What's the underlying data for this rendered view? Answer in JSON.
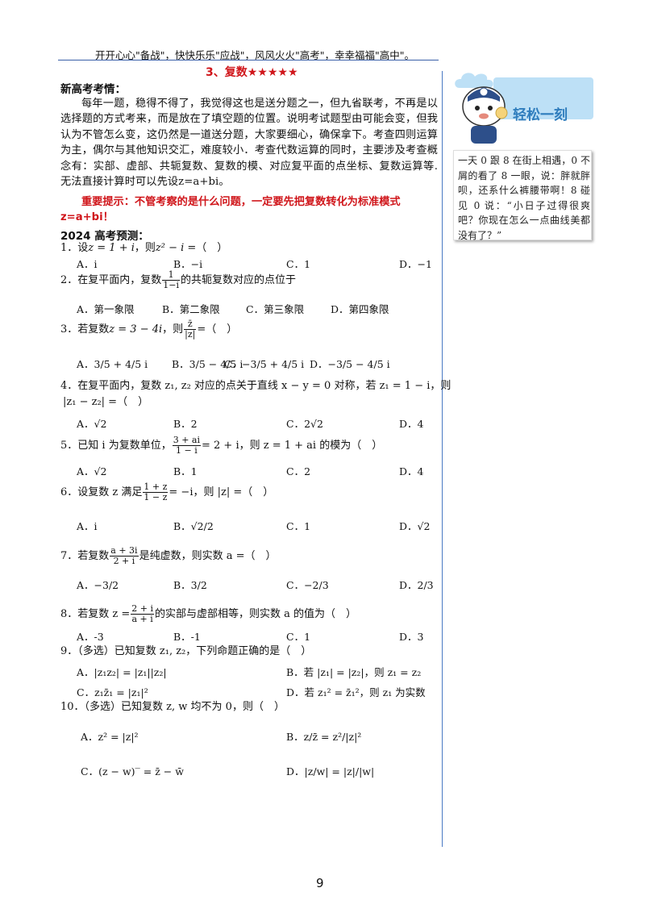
{
  "banner": "开开心心\"备战\"，快快乐乐\"应战\"，风风火火\"高考\"，幸幸福福\"高中\"。",
  "section_title": "3、复数★★★★★",
  "intro_heading": "新高考考情：",
  "intro_text": "每年一题，稳得不得了，我觉得这也是送分题之一，但九省联考，不再是以选择题的方式考来，而是放在了填空题的位置。说明考试题型由可能会变，但我认为不管怎么变，这仍然是一道送分题，大家要细心，确保拿下。考查四则运算为主，偶尔与其他知识交汇，难度较小．考查代数运算的同时，主要涉及考查概念有：实部、虚部、共轭复数、复数的模、对应复平面的点坐标、复数运算等.无法直接计算时可以先设z=a+bi。",
  "warning": "重要提示：不管考察的是什么问题，一定要先把复数转化为标准模式 z=a+bi！",
  "forecast_heading": "2024 高考预测：",
  "q1": {
    "stem_a": "1．设",
    "stem_b": "z = 1 + i",
    "stem_c": "，则",
    "stem_d": "z² − i =",
    "stem_e": "（　）",
    "A": "A．i",
    "B": "B．−i",
    "C": "C．1",
    "D": "D．−1"
  },
  "q2": {
    "stem_a": "2．在复平面内，复数",
    "num": "1",
    "den": "1−i",
    "stem_b": "的共轭复数对应的点位于",
    "A": "A．第一象限",
    "B": "B．第二象限",
    "C": "C．第三象限",
    "D": "D．第四象限"
  },
  "q3": {
    "stem_a": "3．若复数",
    "stem_b": "z = 3 − 4i",
    "stem_c": "，则",
    "num": "z̄",
    "den": "|z|",
    "stem_d": "=（　）",
    "A": "A．3/5 + 4/5 i",
    "B": "B．3/5 − 4/5 i",
    "C": "C．−3/5 + 4/5 i",
    "D": "D．−3/5 − 4/5 i"
  },
  "q4": {
    "line1": "4．在复平面内，复数 z₁, z₂ 对应的点关于直线 x − y = 0 对称，若 z₁ = 1 − i，则",
    "line2": "|z₁ − z₂| =（　）",
    "A": "A．√2",
    "B": "B．2",
    "C": "C．2√2",
    "D": "D．4"
  },
  "q5": {
    "stem_a": "5．已知 i 为复数单位，",
    "num": "3 + ai",
    "den": "1 − i",
    "stem_b": "= 2 + i，则 z = 1 + ai 的模为（　）",
    "A": "A．√2",
    "B": "B．1",
    "C": "C．2",
    "D": "D．4"
  },
  "q6": {
    "stem_a": "6．设复数 z 满足",
    "num": "1 + z",
    "den": "1 − z",
    "stem_b": "= −i，则 |z| =（　）",
    "A": "A．i",
    "B": "B．√2/2",
    "C": "C．1",
    "D": "D．√2"
  },
  "q7": {
    "stem_a": "7．若复数",
    "num": "a + 3i",
    "den": "2 + i",
    "stem_b": "是纯虚数，则实数 a =（　）",
    "A": "A．−3/2",
    "B": "B．3/2",
    "C": "C．−2/3",
    "D": "D．2/3"
  },
  "q8": {
    "stem_a": "8．若复数 z =",
    "num": "2 + i",
    "den": "a + i",
    "stem_b": "的实部与虚部相等，则实数 a 的值为（　）",
    "A": "A．-3",
    "B": "B．-1",
    "C": "C．1",
    "D": "D．3"
  },
  "q9": {
    "stem": "9．（多选）已知复数 z₁, z₂，下列命题正确的是（　）",
    "A": "A．|z₁z₂| = |z₁||z₂|",
    "B": "B．若 |z₁| = |z₂|，则 z₁ = z₂",
    "C": "C．z₁z̄₁ = |z₁|²",
    "D": "D．若 z₁² = z̄₁²，则 z₁ 为实数"
  },
  "q10": {
    "stem": "10．（多选）已知复数 z, w 均不为 0，则（　）",
    "A": "A．z² = |z|²",
    "B": "B．z/z̄ = z²/|z|²",
    "C": "C．(z − w)‾ = z̄ − w̄",
    "D": "D．|z/w| = |z|/|w|"
  },
  "side_title": "轻松一刻",
  "joke": "一天 0 跟 8 在街上相遇，0 不屑的看了 8 一眼，说：胖就胖呗，还系什么裤腰带啊！8 碰见 0 说：“小日子过得很爽吧？你现在怎么一点曲线美都没有了？”",
  "page_number": "9",
  "colors": {
    "accent_red": "#d0161b",
    "rule_blue": "#4a79c4",
    "title_blue": "#2f7dbd",
    "title_bg": "#bde0f6"
  }
}
